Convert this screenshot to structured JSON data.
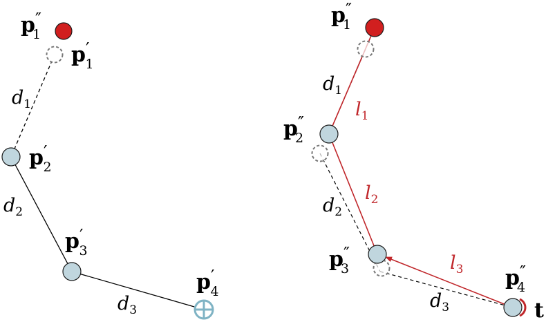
{
  "colors": {
    "node_fill": "#c0d6de",
    "node_stroke": "#1a1a1a",
    "ghost_stroke": "#777777",
    "target_fill": "#d11f1f",
    "goal_stroke": "#7fb3c4",
    "constraint_red": "#c0262a",
    "line": "#000000"
  },
  "left": {
    "p1pp": {
      "base": "p",
      "prime": "″",
      "sub": "1"
    },
    "p1p": {
      "base": "p",
      "prime": "′",
      "sub": "1"
    },
    "p2p": {
      "base": "p",
      "prime": "′",
      "sub": "2"
    },
    "p3p": {
      "base": "p",
      "prime": "′",
      "sub": "3"
    },
    "p4p": {
      "base": "p",
      "prime": "′",
      "sub": "4"
    },
    "d1": {
      "base": "d",
      "sub": "1"
    },
    "d2": {
      "base": "d",
      "sub": "2"
    },
    "d3": {
      "base": "d",
      "sub": "3"
    }
  },
  "right": {
    "p1pp": {
      "base": "p",
      "prime": "″",
      "sub": "1"
    },
    "p2pp": {
      "base": "p",
      "prime": "″",
      "sub": "2"
    },
    "p3pp": {
      "base": "p",
      "prime": "″",
      "sub": "3"
    },
    "p4pp": {
      "base": "p",
      "prime": "″",
      "sub": "4"
    },
    "t": "t",
    "d1": {
      "base": "d",
      "sub": "1"
    },
    "d2": {
      "base": "d",
      "sub": "2"
    },
    "d3": {
      "base": "d",
      "sub": "3"
    },
    "l1": {
      "base": "l",
      "sub": "1"
    },
    "l2": {
      "base": "l",
      "sub": "2"
    },
    "l3": {
      "base": "l",
      "sub": "3"
    }
  }
}
